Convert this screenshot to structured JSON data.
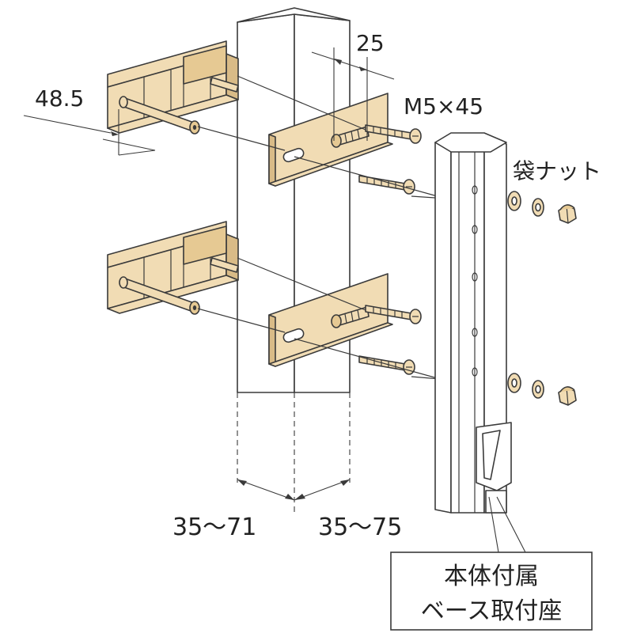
{
  "labels": {
    "dim_48_5": "48.5",
    "dim_25": "25",
    "bolt": "M5×45",
    "cap_nut": "袋ナット",
    "range_left": "35〜71",
    "range_right": "35〜75",
    "base_line1": "本体付属",
    "base_line2": "ベース取付座"
  },
  "colors": {
    "part_fill": "#f1dcb4",
    "part_shadow": "#d9bb87",
    "post_fill": "#ffffff",
    "rail_fill": "#ffffff",
    "outline": "#3a3a3a"
  }
}
